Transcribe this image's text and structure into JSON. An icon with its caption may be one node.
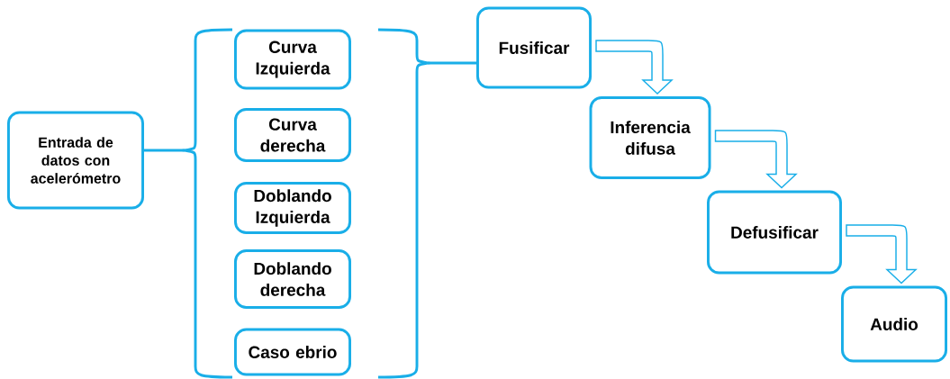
{
  "diagram": {
    "nodes": [
      {
        "text": [
          "Entrada de datos con acelerómetro"
        ]
      },
      {
        "text": [],
        "shape": "bracket"
      },
      {
        "text": [
          "Curva Izquierda"
        ],
        "in": 1
      },
      {
        "text": [
          "Curva derecha"
        ],
        "in": 1
      },
      {
        "text": [
          "Doblando Izquierda"
        ],
        "in": 1
      },
      {
        "text": [
          "Doblando derecha"
        ],
        "in": 1
      },
      {
        "text": [
          "Caso ebrio"
        ],
        "in": 1
      },
      {
        "text": [
          "Fusificar"
        ]
      },
      {
        "text": [
          "Inferencia difusa"
        ]
      },
      {
        "text": [
          "Defusificar"
        ]
      },
      {
        "text": [
          "Audio"
        ]
      }
    ],
    "edges": [
      {
        "from": 0,
        "to": 1,
        "arrow": "none"
      },
      {
        "from": 1,
        "to": 7,
        "arrow": "none"
      },
      {
        "from": 7,
        "to": 8,
        "arrow": "to"
      },
      {
        "from": 8,
        "to": 9,
        "arrow": "to"
      },
      {
        "from": 9,
        "to": 10,
        "arrow": "to"
      }
    ]
  }
}
